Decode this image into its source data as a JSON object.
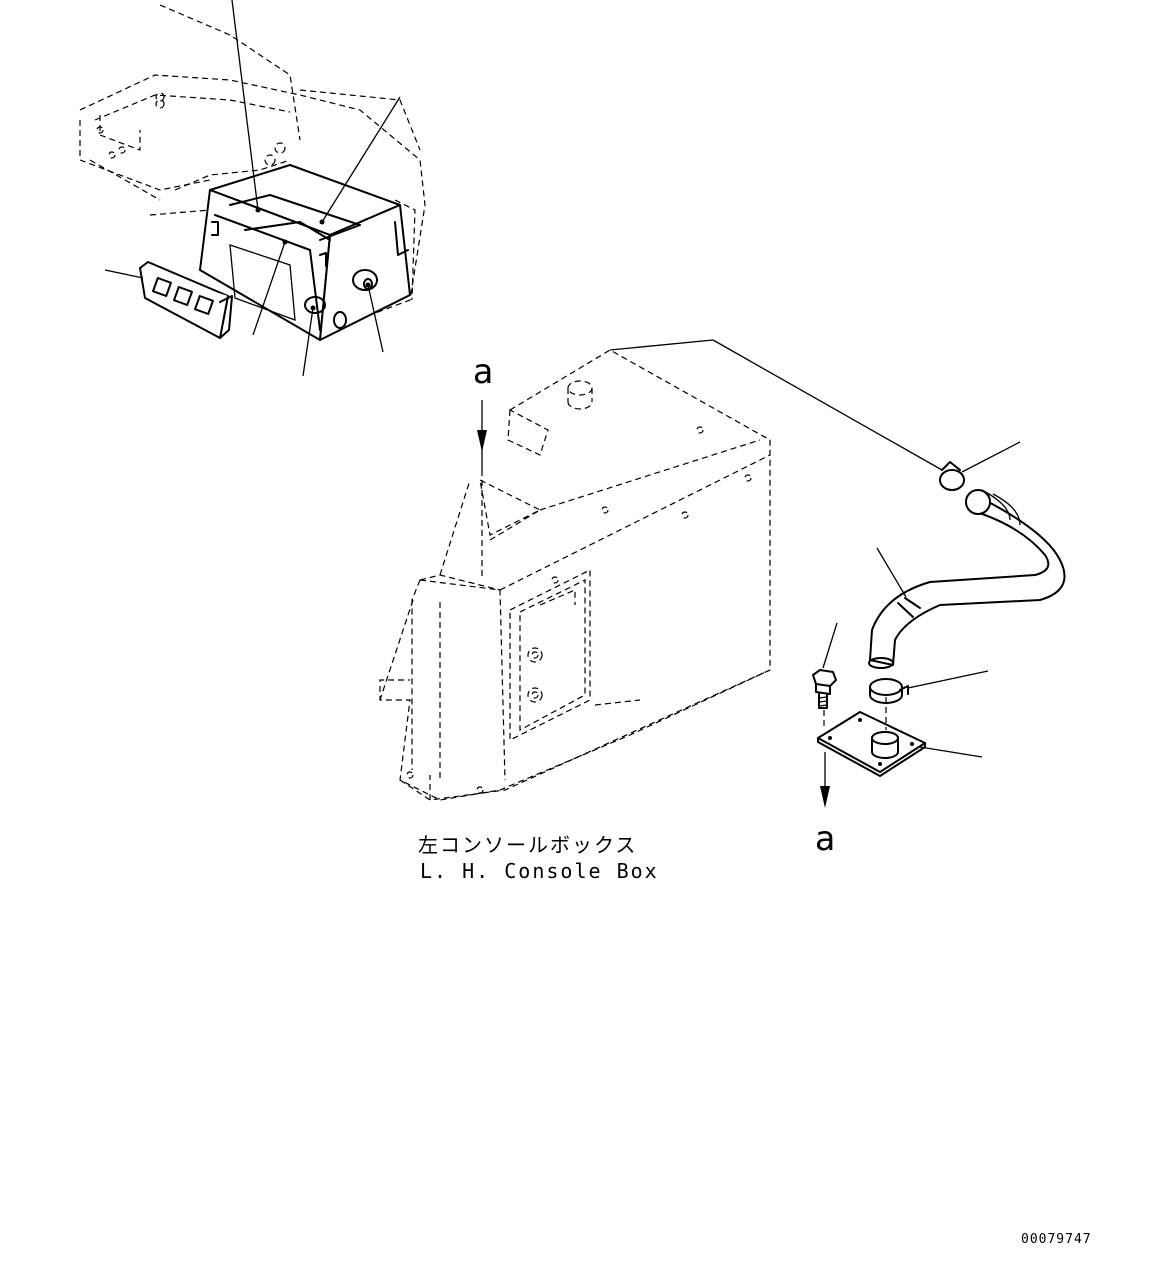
{
  "view_markers": {
    "top": "a",
    "bottom": "a"
  },
  "caption": {
    "japanese": "左コンソールボックス",
    "english": "L. H. Console Box"
  },
  "drawing_number": "00079747"
}
